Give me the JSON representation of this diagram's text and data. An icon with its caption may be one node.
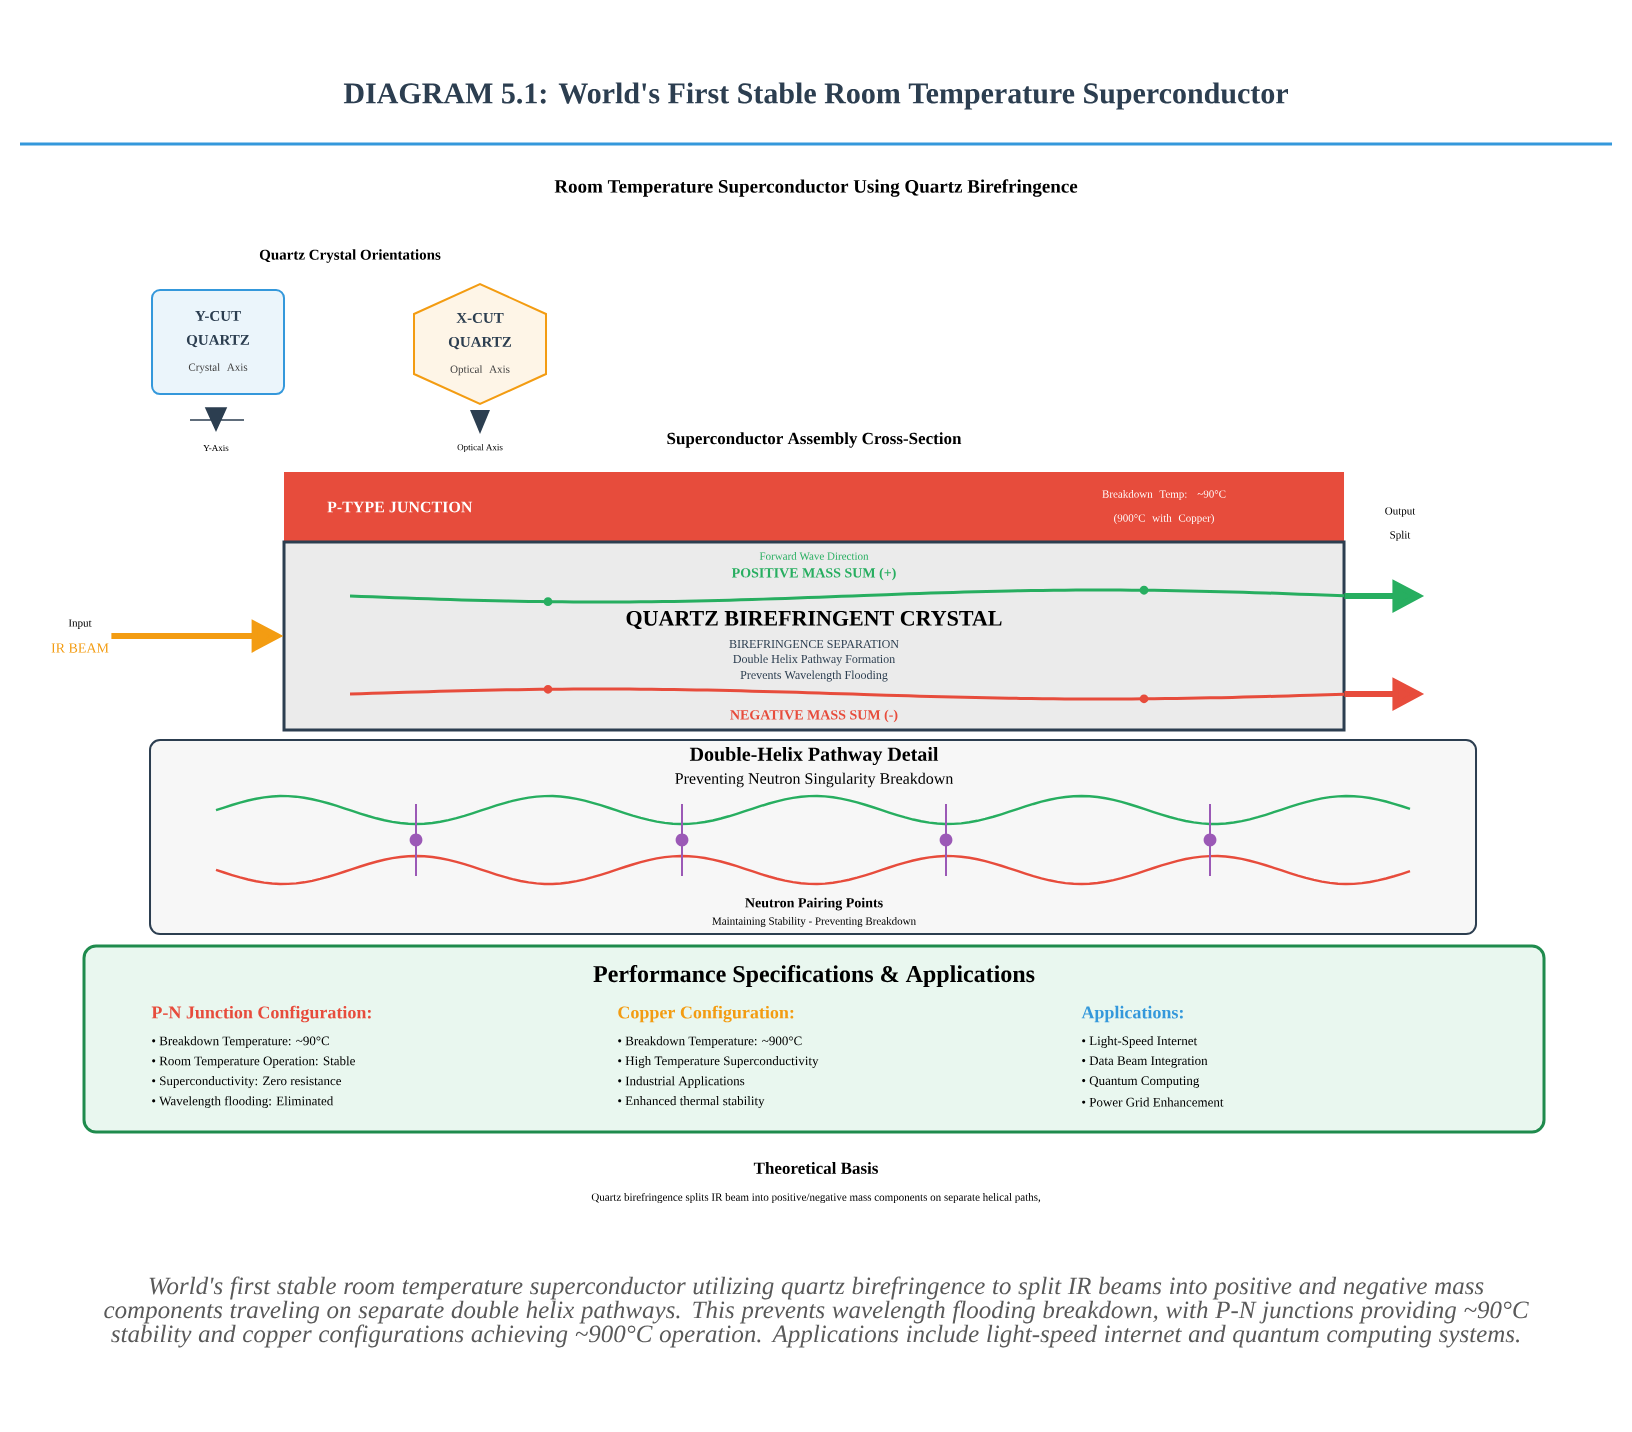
{
  "diagram": {
    "title": "DIAGRAM 5.1: World's First Stable Room Temperature Superconductor",
    "caption": "World's first stable room temperature superconductor utilizing quartz birefringence to split IR beams into positive and negative mass components traveling on separate double helix pathways. This prevents wavelength flooding breakdown, with P-N junctions providing ~90°C stability and copper configurations achieving ~900°C operation. Applications include light-speed internet and quantum computing systems.",
    "nodes": [
      {
        "text": [
          "Y-CUT QUARTZ",
          "Crystal Axis"
        ]
      },
      {
        "text": [
          "X-CUT QUARTZ",
          "Optical Axis"
        ]
      },
      {
        "text": [
          "P-TYPE JUNCTION",
          "Breakdown Temp: ~90°C (900°C with Copper)"
        ]
      },
      {
        "text": [
          "Input",
          "IR BEAM"
        ]
      },
      {
        "text": [
          "Forward Wave Direction",
          "POSITIVE MASS SUM (+)",
          "QUARTZ BIREFRINGENT CRYSTAL",
          "BIREFRINGENCE SEPARATION",
          "Double Helix Pathway Formation",
          "Prevents Wavelength Flooding",
          "NEGATIVE MASS SUM (-)"
        ]
      },
      {
        "text": [
          "Double-Helix Pathway Detail",
          "Preventing Neutron Singularity Breakdown",
          "Neutron Pairing Points",
          "Maintaining Stability - Preventing Breakdown"
        ]
      },
      {
        "text": [
          "Performance Specifications & Applications",
          "P-N Junction Configuration:",
          "• Breakdown Temperature: ~90°C",
          "• Room Temperature Operation: Stable",
          "• Superconductivity: Zero resistance",
          "• Wavelength flooding: Eliminated",
          "Copper Configuration:",
          "• Breakdown Temperature: ~900°C",
          "• High Temperature Superconductivity",
          "• Industrial Applications",
          "• Enhanced thermal stability",
          "Applications:",
          "• Light-Speed Internet",
          "• Data Beam Integration",
          "• Quantum Computing",
          "• Power Grid Enhancement"
        ]
      }
    ],
    "edges": [
      {
        "from": 3,
        "to": 4,
        "arrow": "to",
        "color": "#f39c12"
      },
      {
        "from": 4,
        "to": null,
        "arrow": "to",
        "color": "#27ae60"
      },
      {
        "from": 4,
        "to": null,
        "arrow": "to",
        "color": "#e74c3c"
      }
    ],
    "labels": [
      "Room Temperature Superconductor Using Quartz Birefringence",
      "Quartz Crystal Orientations",
      "Y-Axis",
      "Optical Axis",
      "Superconductor Assembly Cross-Section",
      "Output Split",
      "Theoretical Basis",
      "Quartz birefringence splits IR beam into positive/negative mass components on separate helical paths,"
    ]
  }
}
